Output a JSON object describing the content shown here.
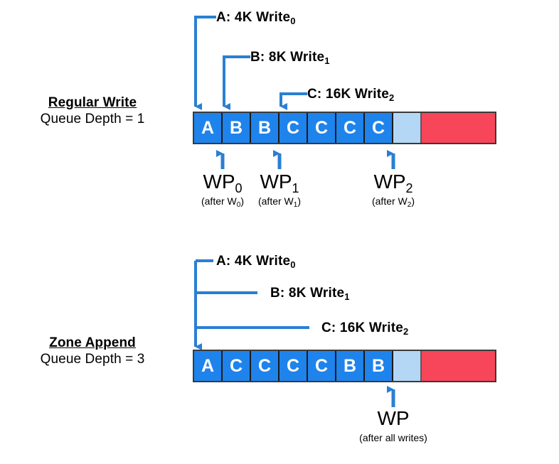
{
  "sections": [
    {
      "id": "regular-write",
      "title": "Regular Write",
      "subtitle": "Queue Depth = 1",
      "writes": [
        {
          "key": "A",
          "label_prefix": "A: 4K Write",
          "label_sub": "0"
        },
        {
          "key": "B",
          "label_prefix": "B: 8K Write",
          "label_sub": "1"
        },
        {
          "key": "C",
          "label_prefix": "C: 16K Write",
          "label_sub": "2"
        }
      ],
      "cells": [
        "A",
        "B",
        "B",
        "C",
        "C",
        "C",
        "C"
      ],
      "wp_cell_label": "",
      "pointers": [
        {
          "big": "WP",
          "big_sub": "0",
          "small_prefix": "(after W",
          "small_sub": "0",
          "small_suffix": ")"
        },
        {
          "big": "WP",
          "big_sub": "1",
          "small_prefix": "(after W",
          "small_sub": "1",
          "small_suffix": ")"
        },
        {
          "big": "WP",
          "big_sub": "2",
          "small_prefix": "(after W",
          "small_sub": "2",
          "small_suffix": ")"
        }
      ]
    },
    {
      "id": "zone-append",
      "title": "Zone Append",
      "subtitle": "Queue Depth = 3",
      "writes": [
        {
          "key": "A",
          "label_prefix": "A: 4K Write",
          "label_sub": "0"
        },
        {
          "key": "B",
          "label_prefix": "B: 8K Write",
          "label_sub": "1"
        },
        {
          "key": "C",
          "label_prefix": "C: 16K Write",
          "label_sub": "2"
        }
      ],
      "cells": [
        "A",
        "C",
        "C",
        "C",
        "C",
        "B",
        "B"
      ],
      "wp_cell_label": "",
      "pointers": [
        {
          "big": "WP",
          "big_sub": "",
          "small_prefix": "(after all writes)",
          "small_sub": "",
          "small_suffix": ""
        }
      ]
    }
  ],
  "colors": {
    "written": "#1f83ec",
    "write_pointer_cell": "#b4d7f5",
    "free_space": "#f7455a",
    "arrow": "#2a7fd4",
    "text": "#000000",
    "border": "#1a1a1a"
  }
}
